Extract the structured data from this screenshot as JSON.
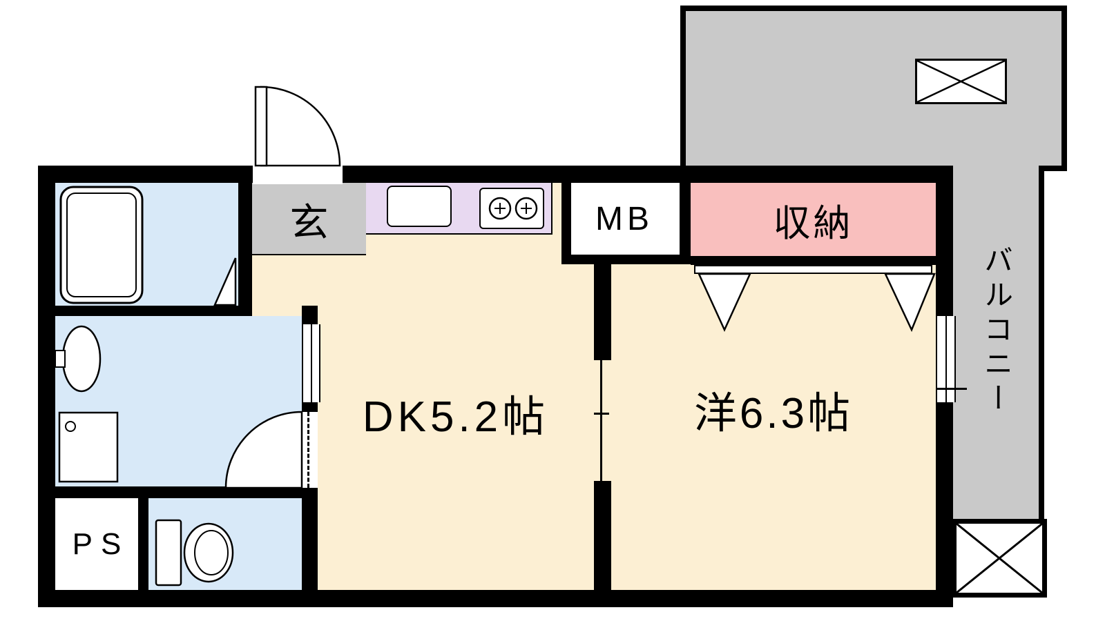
{
  "floorplan": {
    "rooms": {
      "entrance": {
        "label": "玄"
      },
      "meter_box": {
        "label": "MB"
      },
      "storage": {
        "label": "収納"
      },
      "balcony": {
        "label": "バルコニー"
      },
      "dining_kitchen": {
        "label": "DK5.2帖"
      },
      "western_room": {
        "label": "洋6.3帖"
      },
      "pipe_space": {
        "label": "PS"
      }
    },
    "colors": {
      "wall": "#000000",
      "background": "#ffffff",
      "room_floor": "#FCEFD3",
      "wet_area": "#D8E9F8",
      "storage_fill": "#F9BFBE",
      "kitchen_counter": "#E8D9F1",
      "outdoor": "#C9C9C9"
    }
  }
}
